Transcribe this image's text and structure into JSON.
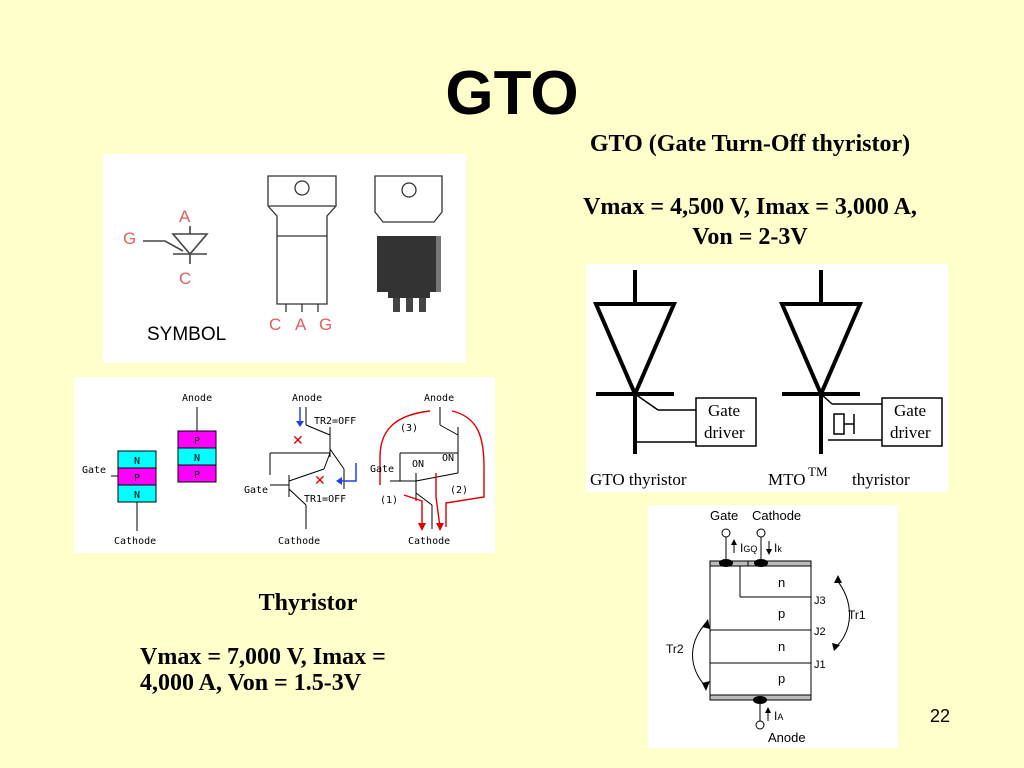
{
  "slide": {
    "title": "GTO",
    "page_number": "22"
  },
  "gto_info": {
    "heading": "GTO (Gate Turn-Off thyristor)",
    "ratings_line1": "Vmax = 4,500 V, Imax = 3,000 A,",
    "ratings_line2": "Von = 2-3V"
  },
  "thyristor_info": {
    "heading": "Thyristor",
    "ratings_line1": "Vmax = 7,000 V, Imax =",
    "ratings_line2": "4,000 A, Von = 1.5-3V"
  },
  "symbol_panel": {
    "anode_label": "A",
    "gate_label": "G",
    "cathode_label": "C",
    "symbol_caption": "SYMBOL",
    "pin_labels": [
      "C",
      "A",
      "G"
    ]
  },
  "layers_panel": {
    "anode": "Anode",
    "gate": "Gate",
    "cathode": "Cathode",
    "left_stack": [
      "N",
      "P",
      "N"
    ],
    "right_stack": [
      "P",
      "N",
      "P"
    ],
    "tr2_off": "TR2=OFF",
    "tr1_off": "TR1=OFF",
    "on_left": "ON",
    "on_right": "ON",
    "step_3": "(3)",
    "step_1": "(1)",
    "step_2": "(2)",
    "colors": {
      "magenta": "#FF00FF",
      "cyan": "#00FFFF",
      "red_arrow": "#E00000",
      "blue_arrow": "#2040E0"
    }
  },
  "driver_panel": {
    "driver_line1": "Gate",
    "driver_line2": "driver",
    "gto_caption": "GTO thyristor",
    "mto_caption": "MTO",
    "tm_mark": "TM",
    "mto_caption_tail": "thyristor"
  },
  "structure_panel": {
    "gate": "Gate",
    "cathode": "Cathode",
    "igq": "I",
    "igq_sub": "GQ",
    "ik": "I",
    "ik_sub": "k",
    "ia": "I",
    "ia_sub": "A",
    "anode": "Anode",
    "layers": [
      "n",
      "p",
      "n",
      "p"
    ],
    "junctions": [
      "J3",
      "J2",
      "J1"
    ],
    "tr1": "Tr1",
    "tr2": "Tr2"
  }
}
